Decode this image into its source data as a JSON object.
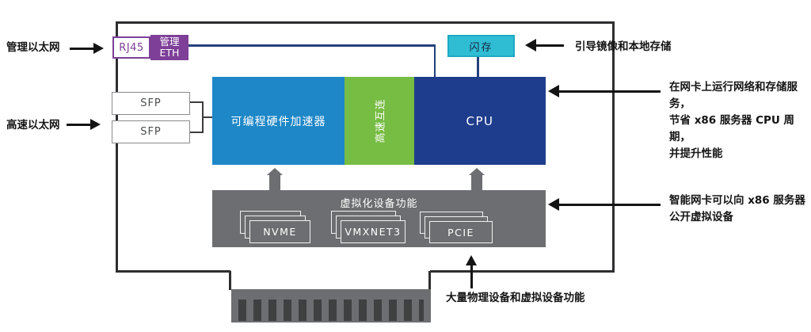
{
  "card": {
    "rj45_label": "RJ45",
    "mgmt_eth_label": "管理\nETH",
    "sfp1_label": "SFP",
    "sfp2_label": "SFP",
    "accelerator_label": "可编程硬件加速器",
    "interconnect_label": "高速互连",
    "cpu_label": "CPU",
    "flash_label": "闪存",
    "virt_box_title": "虚拟化设备功能",
    "devices": [
      "NVME",
      "VMXNET3",
      "PCIE"
    ]
  },
  "annotations": {
    "mgmt_ethernet": "管理以太网",
    "highspeed_ethernet": "高速以太网",
    "boot_storage": "引导镜像和本地存储",
    "offload_note": "在网卡上运行网络和存储服务，\n节省 x86 服务器 CPU 周期，\n并提升性能",
    "virtual_device_note": "智能网卡可以向 x86 服务器\n公开虚拟设备",
    "device_functions_note": "大量物理设备和虚拟设备功能"
  },
  "colors": {
    "accelerator_blue": "#1e87c7",
    "interconnect_green": "#77bc43",
    "cpu_navy": "#1e3d8c",
    "flash_cyan": "#2fbdd4",
    "mgmt_purple": "#7d3f98",
    "virtualization_gray": "#6d6e71",
    "outline_black": "#2e2e30",
    "wire_navy": "#24407c"
  }
}
